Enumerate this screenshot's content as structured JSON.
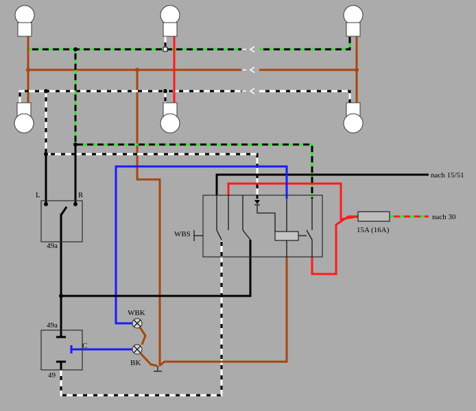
{
  "labels": {
    "nach_15_51": "nach 15/51",
    "nach_30": "nach 30",
    "fuse_rating": "15A (16A)",
    "wbs": "WBS",
    "terminal_l": "L",
    "terminal_r": "R",
    "flasher_49a": "49a",
    "unit_49a": "49a",
    "unit_c": "C",
    "unit_49": "49",
    "wbk": "WBK",
    "bk": "BK"
  },
  "colors": {
    "background": "#ababab",
    "wire_black": "#000000",
    "wire_brown": "#a8450f",
    "wire_red": "#ff1a1a",
    "wire_blue": "#1a1aff",
    "stripe_green": "#2ee62e",
    "stripe_white": "#ffffff",
    "bulb_fill": "#ffffff"
  }
}
